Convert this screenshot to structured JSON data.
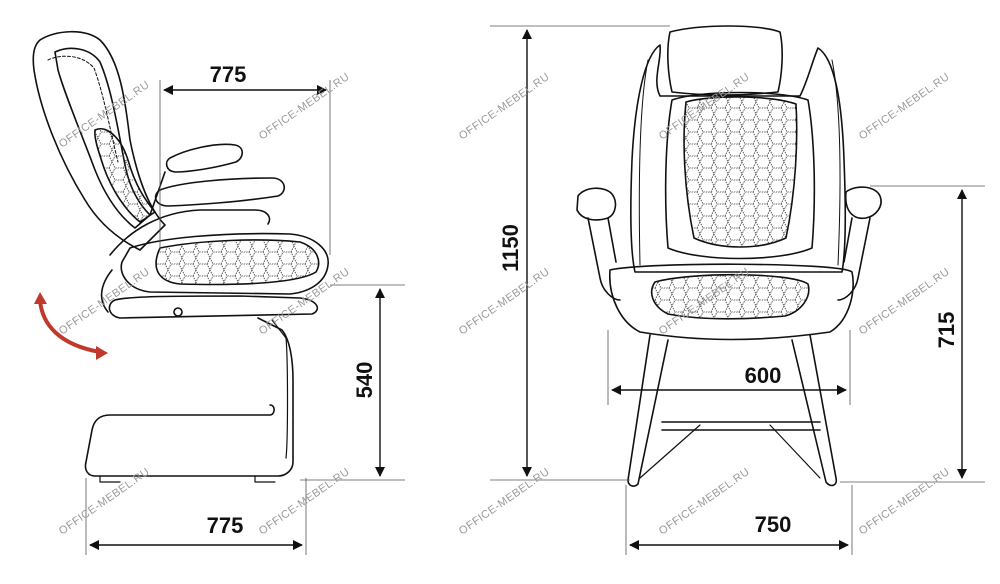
{
  "dimensions": {
    "side_depth_top": "775",
    "side_depth_bottom": "775",
    "seat_height": "540",
    "total_height": "1150",
    "seat_width": "600",
    "total_width": "750",
    "armrest_height": "715"
  },
  "watermark": "OFFICE-MEBEL.RU",
  "colors": {
    "line": "#111111",
    "guide": "#555555",
    "tilt_arrow": "#c0392b",
    "watermark": "#9a9a9a"
  }
}
